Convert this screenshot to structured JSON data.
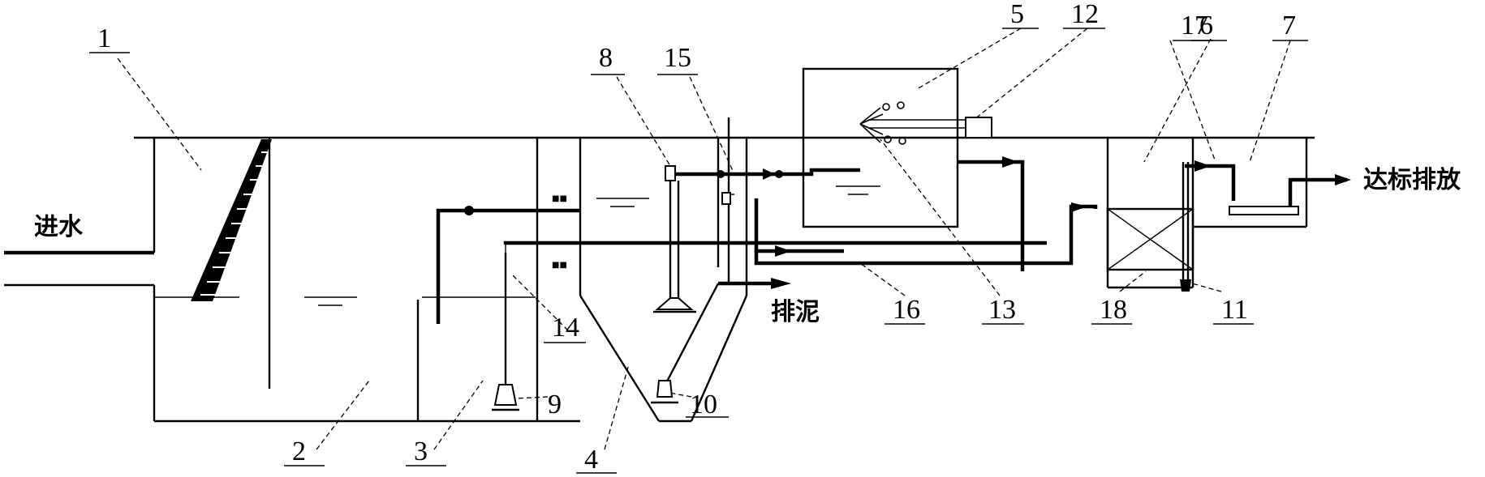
{
  "labels": {
    "n1": "1",
    "n2": "2",
    "n3": "3",
    "n4": "4",
    "n5": "5",
    "n6": "6",
    "n7": "7",
    "n8": "8",
    "n9": "9",
    "n10": "10",
    "n11": "11",
    "n12": "12",
    "n13": "13",
    "n14": "14",
    "n15": "15",
    "n16": "16",
    "n17": "17",
    "n18": "18"
  },
  "text": {
    "inlet": "进水",
    "sludge": "排泥",
    "discharge": "达标排放"
  }
}
